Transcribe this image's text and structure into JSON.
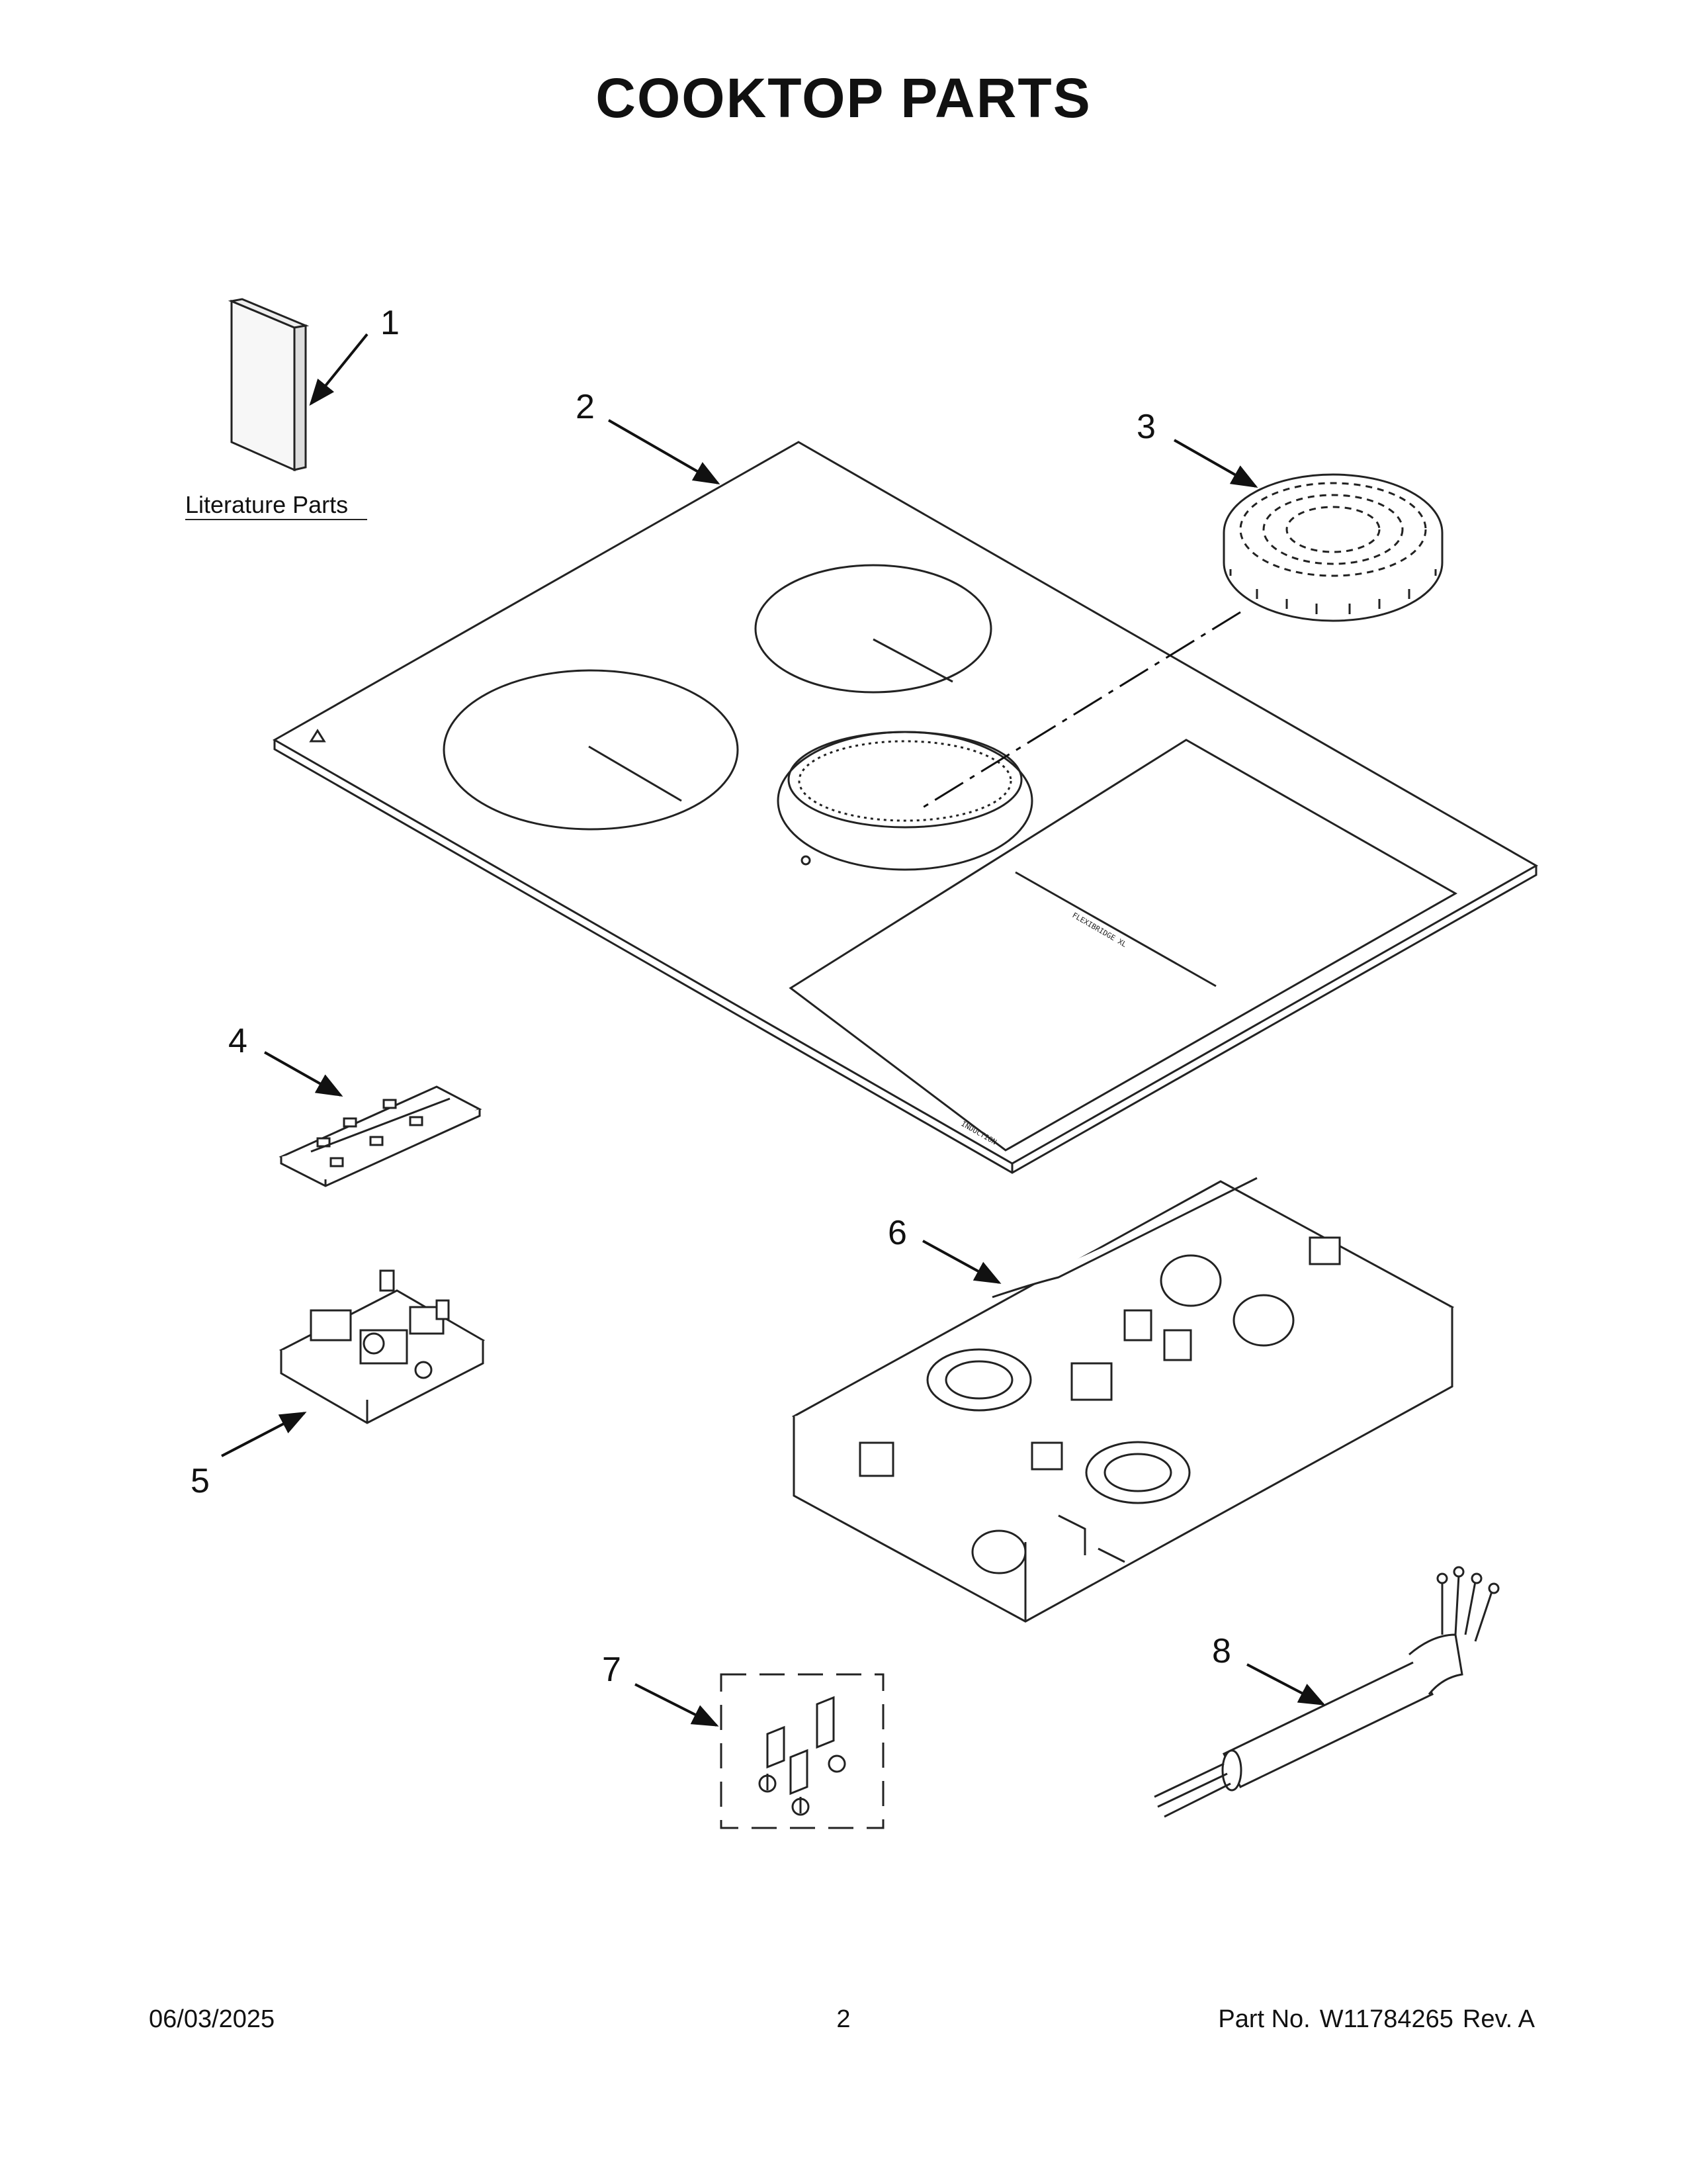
{
  "page": {
    "title": "COOKTOP PARTS",
    "date": "06/03/2025",
    "page_number": "2",
    "part_label": "Part No.",
    "part_number": "W11784265",
    "revision": "Rev. A"
  },
  "diagram": {
    "literature_label": "Literature Parts",
    "callouts": [
      "1",
      "2",
      "3",
      "4",
      "5",
      "6",
      "7",
      "8"
    ],
    "glass_text": [
      "INDUCTION",
      "FLEXIBRIDGE XL"
    ]
  }
}
